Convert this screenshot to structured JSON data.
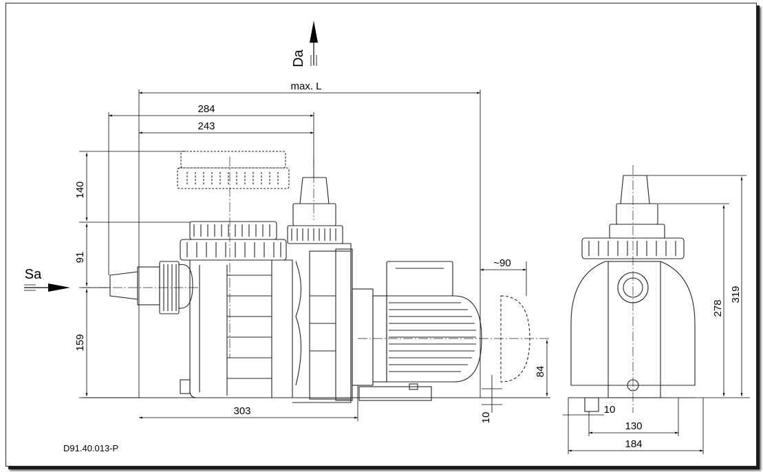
{
  "drawing": {
    "reference": "D91.40.013-P",
    "flow_labels": {
      "suction": "Sa",
      "discharge": "Da"
    },
    "dimensions": {
      "max_length": "max. L",
      "d284": "284",
      "d243": "243",
      "d140": "140",
      "d91": "91",
      "d159": "159",
      "d303": "303",
      "d90": "~90",
      "d84": "84",
      "d10_front": "10",
      "d10_side": "10",
      "d130": "130",
      "d184": "184",
      "d278": "278",
      "d319": "319"
    }
  }
}
